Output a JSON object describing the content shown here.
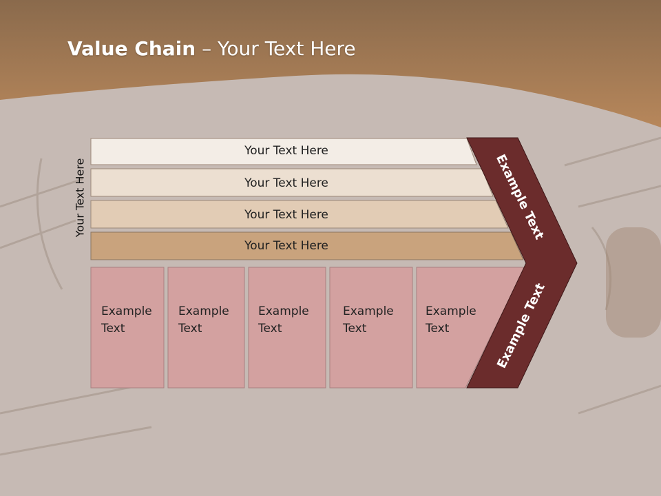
{
  "title": {
    "bold": "Value Chain",
    "rest": " – Your Text Here"
  },
  "side_label": "Your Text Here",
  "bars": [
    {
      "label": "Your Text Here",
      "color": "#f3ede6"
    },
    {
      "label": "Your Text Here",
      "color": "#ecdfd1"
    },
    {
      "label": "Your Text Here",
      "color": "#e2ccb5"
    },
    {
      "label": "Your Text Here",
      "color": "#c9a37d"
    }
  ],
  "columns": [
    {
      "line1": "Example",
      "line2": "Text"
    },
    {
      "line1": "Example",
      "line2": "Text"
    },
    {
      "line1": "Example",
      "line2": "Text"
    },
    {
      "line1": "Example",
      "line2": "Text"
    },
    {
      "line1": "Example",
      "line2": "Text"
    }
  ],
  "chevron": {
    "upper": "Example Text",
    "lower": "Example Text",
    "color": "#6b2c2c"
  },
  "colors": {
    "header": "#b08257",
    "column_fill": "#d3a1a0",
    "column_border": "#a88080"
  }
}
